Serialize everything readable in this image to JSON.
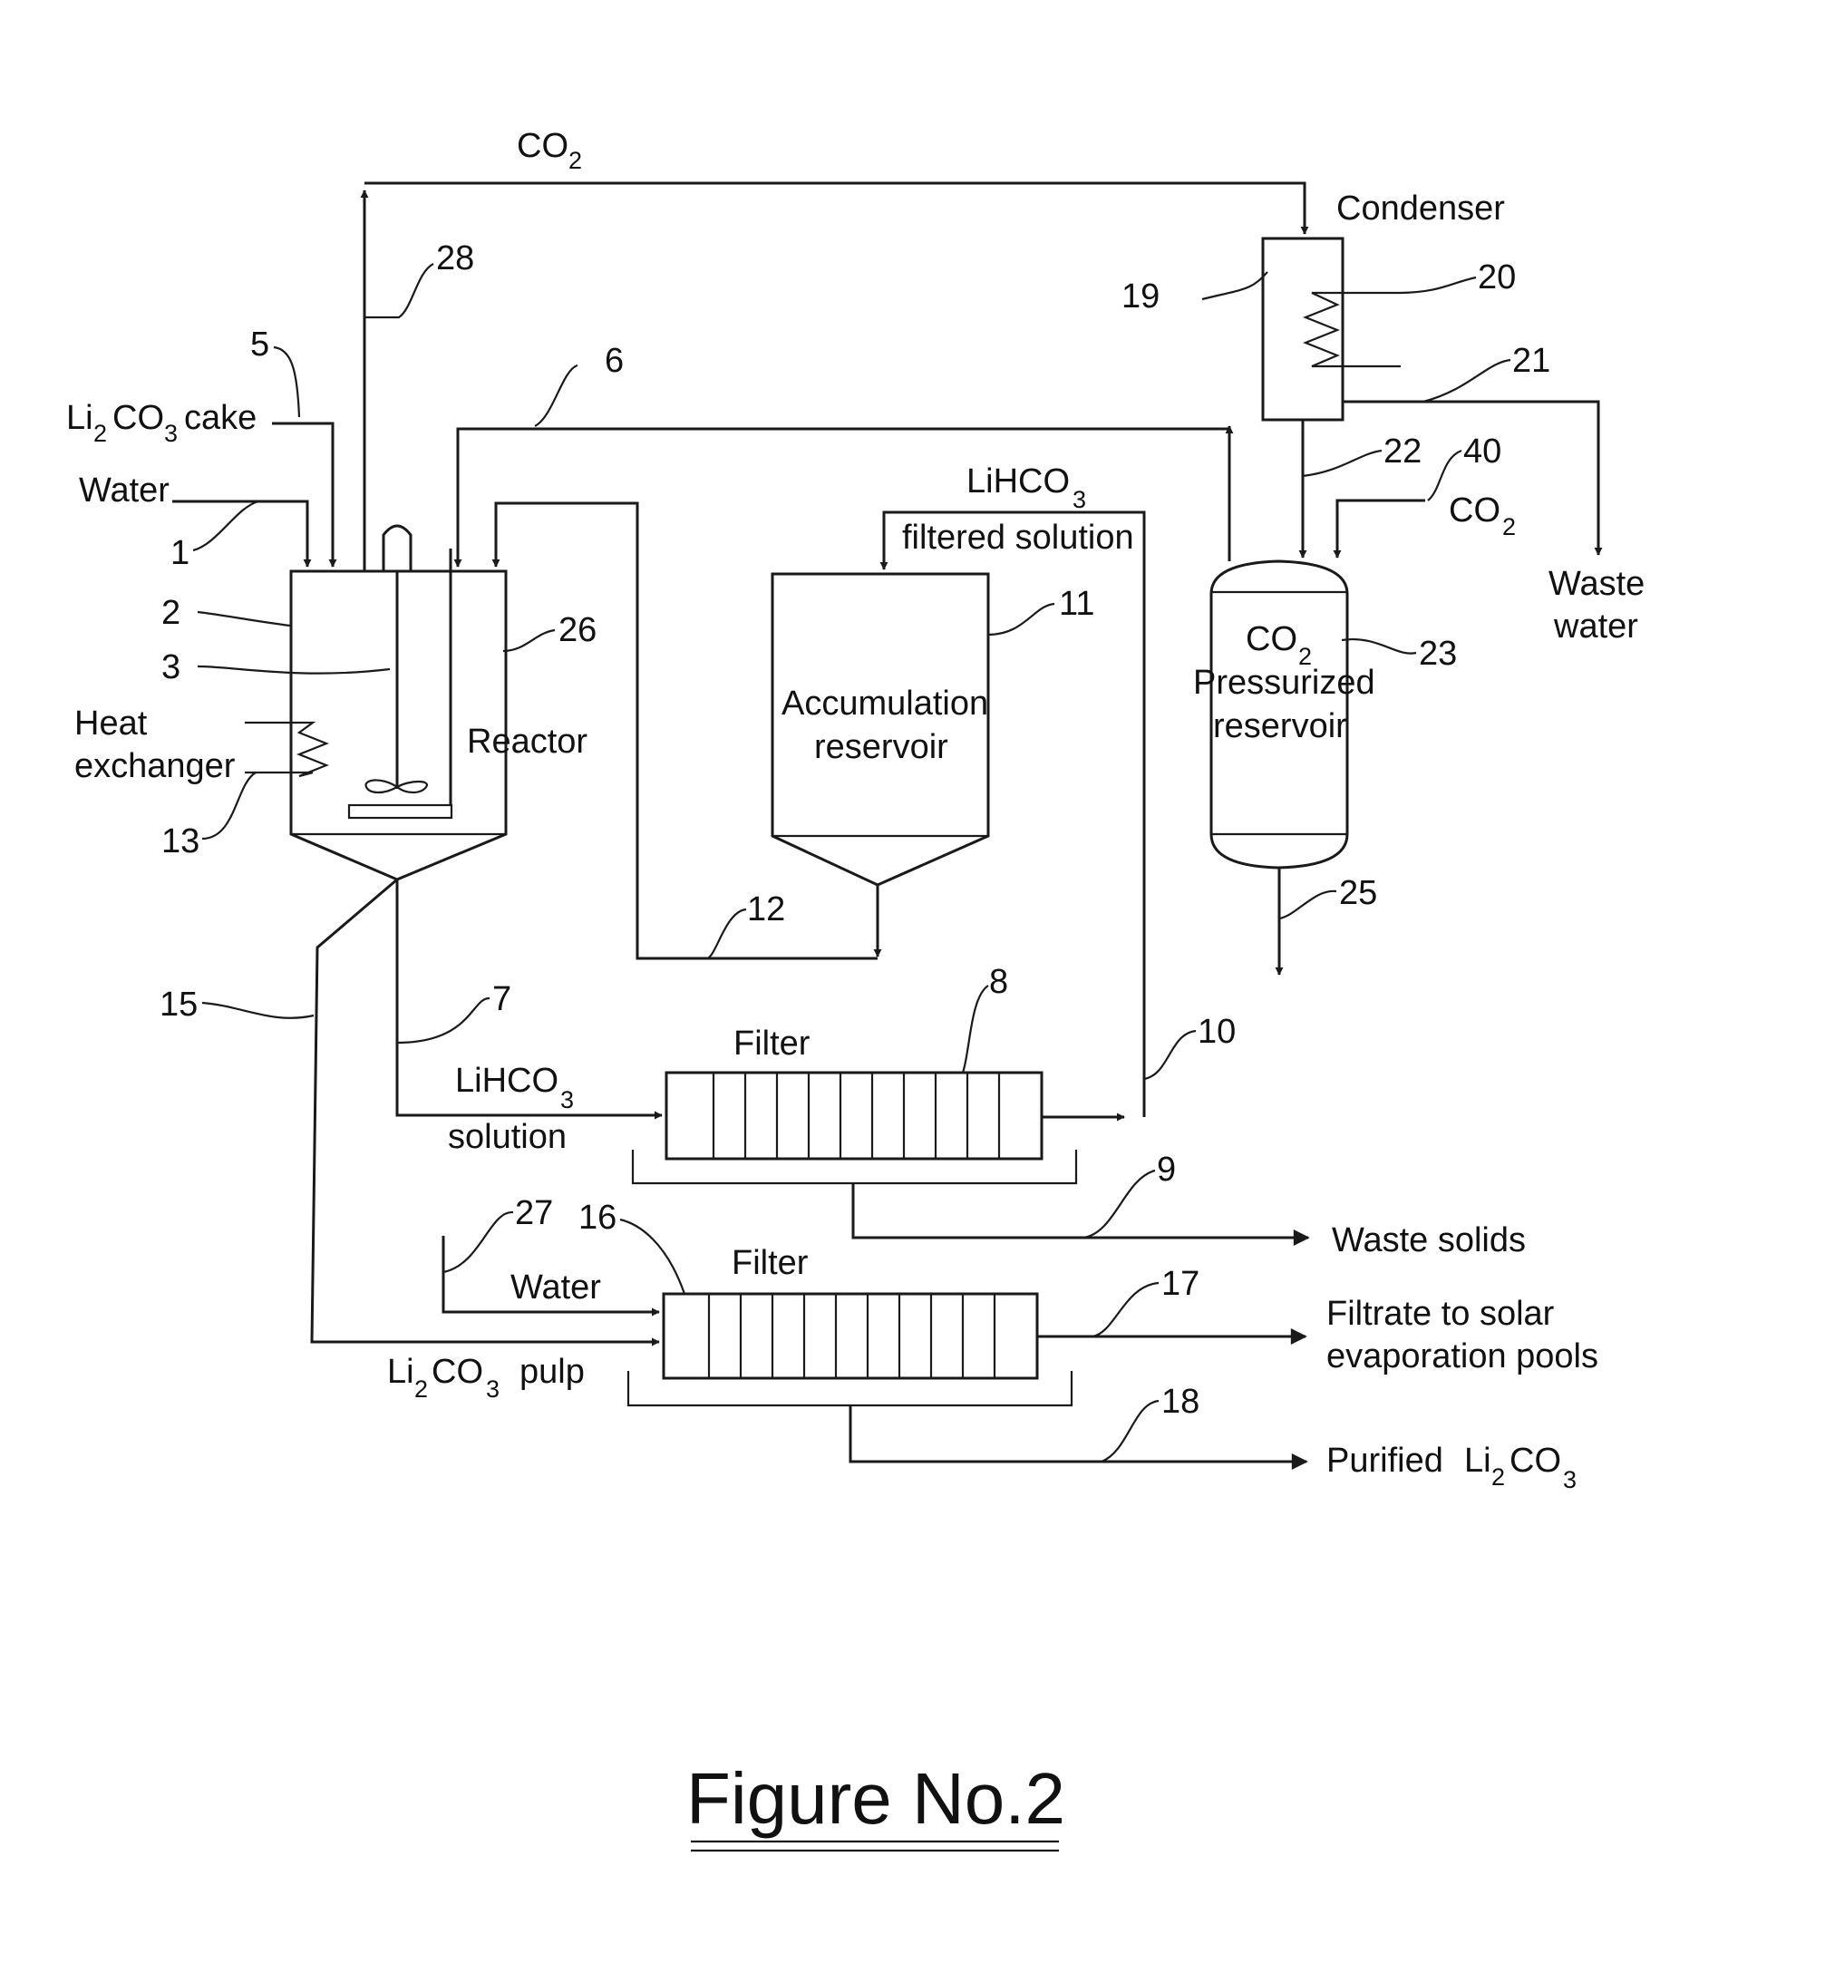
{
  "labels": {
    "co2_top_main": "CO",
    "co2_top_sub": "2",
    "condenser": "Condenser",
    "li2co3_cake_a": "Li",
    "li2co3_cake_b": "2",
    "li2co3_cake_c": "CO",
    "li2co3_cake_d": "3",
    "li2co3_cake_e": "cake",
    "water_in": "Water",
    "heat": "Heat",
    "exchanger": "exchanger",
    "reactor": "Reactor",
    "lihco3_top_main": "LiHCO",
    "lihco3_top_sub": "3",
    "filtered_solution": "filtered solution",
    "accumulation": "Accumulation",
    "reservoir": "reservoir",
    "co2_inlet_main": "CO",
    "co2_inlet_sub": "2",
    "co2_res_main": "CO",
    "co2_res_sub": "2",
    "pressurized": "Pressurized",
    "reservoir2": "reservoir",
    "waste": "Waste",
    "water_out": "water",
    "filter1": "Filter",
    "lihco3_sol_main": "LiHCO",
    "lihco3_sol_sub": "3",
    "solution": "solution",
    "waste_solids": "Waste solids",
    "filter2": "Filter",
    "water2": "Water",
    "li2co3_pulp_a": "Li",
    "li2co3_pulp_b": "2",
    "li2co3_pulp_c": "CO",
    "li2co3_pulp_d": "3",
    "li2co3_pulp_e": "pulp",
    "filtrate1": "Filtrate to solar",
    "filtrate2": "evaporation pools",
    "purified": "Purified",
    "purified_a": "Li",
    "purified_b": "2",
    "purified_c": "CO",
    "purified_d": "3"
  },
  "numbers": {
    "n1": "1",
    "n2": "2",
    "n3": "3",
    "n5": "5",
    "n6": "6",
    "n7": "7",
    "n8": "8",
    "n9": "9",
    "n10": "10",
    "n11": "11",
    "n12": "12",
    "n13": "13",
    "n15": "15",
    "n16": "16",
    "n17": "17",
    "n18": "18",
    "n19": "19",
    "n20": "20",
    "n21": "21",
    "n22": "22",
    "n23": "23",
    "n25": "25",
    "n26": "26",
    "n27": "27",
    "n28": "28",
    "n40": "40"
  },
  "caption": "Figure No.2"
}
